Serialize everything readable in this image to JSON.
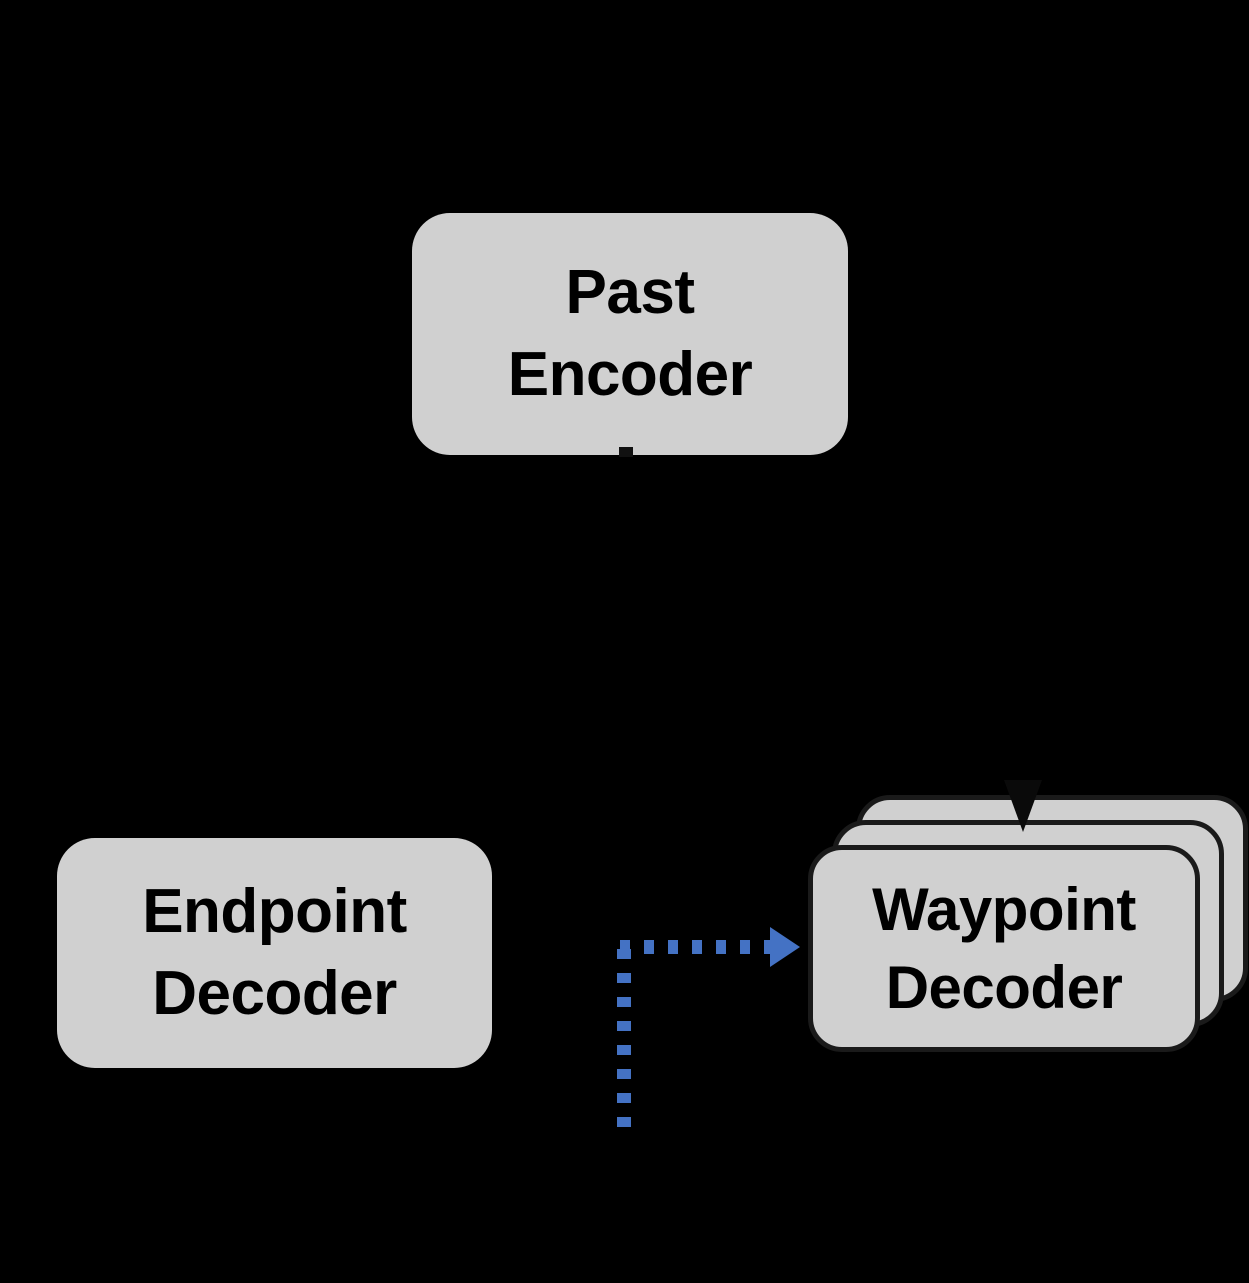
{
  "diagram": {
    "title": "Trajectory Prediction Module Diagram",
    "background_color": "#000000",
    "node_fill_color": "#D0D0D0",
    "node_border_color": "#1A1A1A",
    "text_color": "#000000",
    "accent_color": "#4472C4"
  },
  "nodes": {
    "past_encoder": {
      "line1": "Past",
      "line2": "Encoder",
      "full_label": "Past Encoder"
    },
    "endpoint_decoder": {
      "line1": "Endpoint",
      "line2": "Decoder",
      "full_label": "Endpoint Decoder"
    },
    "waypoint_decoder": {
      "line1": "Waypoint",
      "line2": "Decoder",
      "full_label": "Waypoint Decoder",
      "stack_count": 3
    }
  },
  "connectors": {
    "past_encoder_outgoing": {
      "style": "solid",
      "color": "#111111",
      "icon": "down-arrow-icon"
    },
    "into_waypoint_decoder": {
      "style": "solid",
      "color": "#1A1A1A",
      "icon": "down-arrowhead-icon"
    },
    "endpoint_to_waypoint": {
      "style": "dotted",
      "color": "#4472C4",
      "icon": "right-arrow-icon",
      "path": "L-shaped: up then right"
    }
  }
}
